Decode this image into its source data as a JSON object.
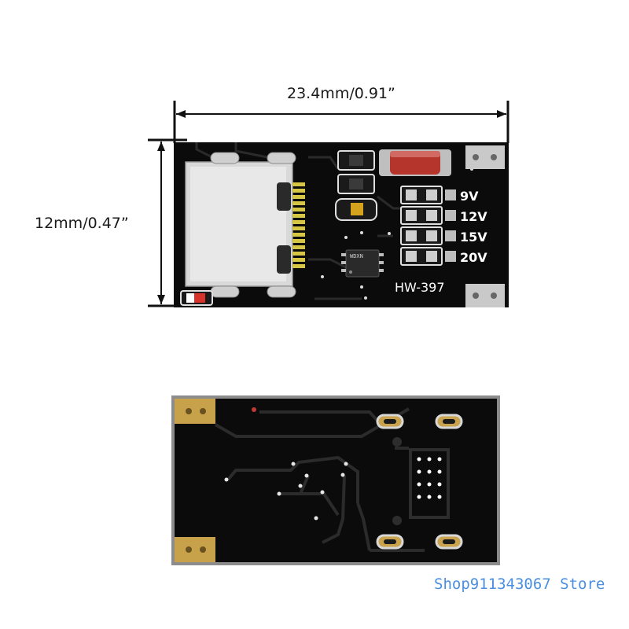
{
  "dimensions": {
    "width_label": "23.4mm/0.91”",
    "height_label": "12mm/0.47”"
  },
  "front_board": {
    "model": "HW-397",
    "chip_marking": "WDXN",
    "voltage_options": [
      "9V",
      "12V",
      "15V",
      "20V"
    ]
  },
  "watermark": "Shop911343067 Store",
  "colors": {
    "pcb": "#0b0b0b",
    "pad_gold": "#c8a24a",
    "pad_silver": "#c9c9c9",
    "usb_c_shell": "#d9d9d9",
    "diode_red": "#b5352c",
    "watermark_blue": "#4a8fe0"
  }
}
